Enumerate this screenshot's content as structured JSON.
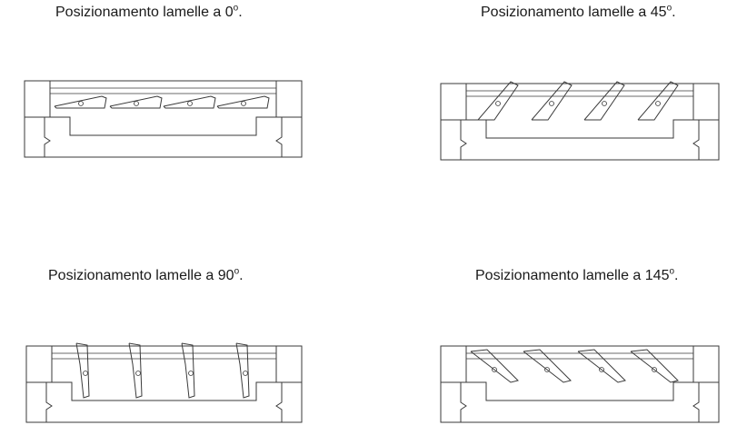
{
  "diagrams": [
    {
      "id": "lamelle-0",
      "caption_text": "Posizionamento lamelle a 0",
      "caption_sup": "o",
      "caption_end": ".",
      "angle": 0
    },
    {
      "id": "lamelle-45",
      "caption_text": "Posizionamento lamelle a 45",
      "caption_sup": "o",
      "caption_end": ".",
      "angle": 45
    },
    {
      "id": "lamelle-90",
      "caption_text": "Posizionamento lamelle a 90",
      "caption_sup": "o",
      "caption_end": ".",
      "angle": 90
    },
    {
      "id": "lamelle-145",
      "caption_text": "Posizionamento lamelle a 145",
      "caption_sup": "o",
      "caption_end": ".",
      "angle": 145
    }
  ],
  "colors": {
    "line": "#3a3a3a",
    "text": "#1a1a1a",
    "background": "#ffffff"
  }
}
